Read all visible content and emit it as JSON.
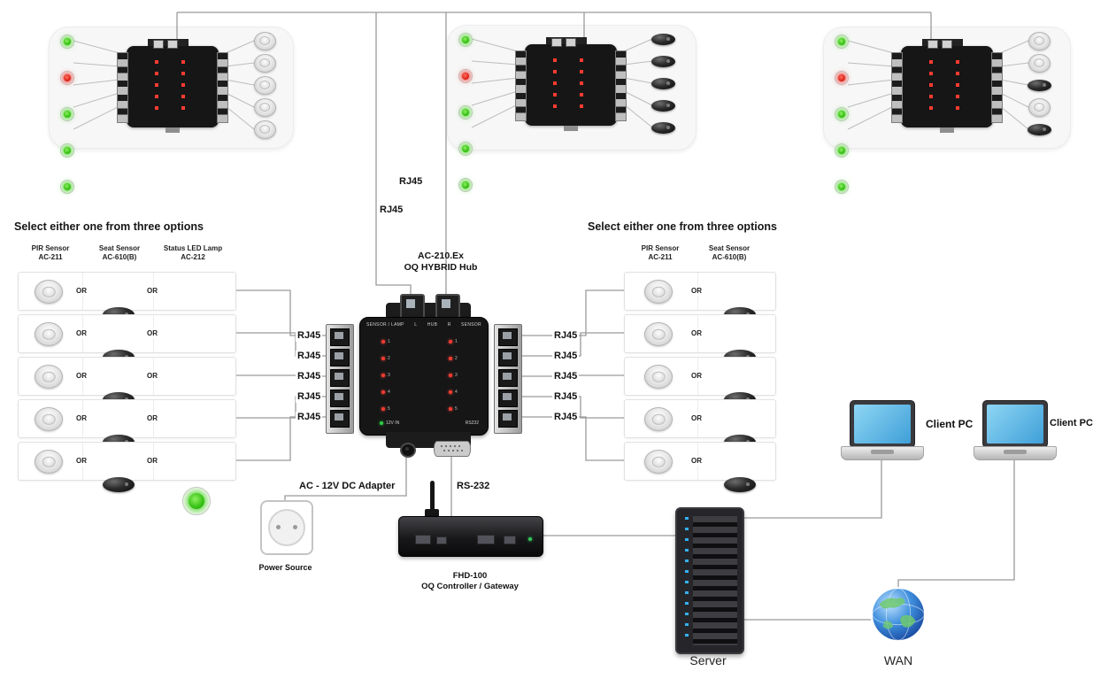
{
  "labels": {
    "rj45": "RJ45",
    "or": "OR"
  },
  "top_panels": [
    {
      "leds": [
        "green",
        "red",
        "green",
        "green",
        "green"
      ],
      "right_items": [
        "pir",
        "pir",
        "pir",
        "pir",
        "pir"
      ]
    },
    {
      "leds": [
        "green",
        "red",
        "green",
        "green",
        "green"
      ],
      "right_items": [
        "seat",
        "seat",
        "seat",
        "seat",
        "seat"
      ]
    },
    {
      "leds": [
        "green",
        "red",
        "green",
        "green",
        "green"
      ],
      "right_items": [
        "pir",
        "pir",
        "seat",
        "pir",
        "seat"
      ]
    }
  ],
  "hub": {
    "model": "AC-210.Ex",
    "name": "OQ HYBRID Hub",
    "header": [
      "SENSOR / LAMP",
      "L",
      "HUB",
      "R",
      "SENSOR"
    ],
    "port_numbers": [
      "1",
      "2",
      "3",
      "4",
      "5"
    ],
    "power_led_label": "12V IN",
    "serial_port_label": "RS232"
  },
  "left_options": {
    "title": "Select either one from three options",
    "columns": [
      {
        "line1": "PIR Sensor",
        "line2": "AC-211"
      },
      {
        "line1": "Seat Sensor",
        "line2": "AC-610(B)"
      },
      {
        "line1": "Status LED Lamp",
        "line2": "AC-212"
      }
    ],
    "rows": [
      {
        "lamp": "green"
      },
      {
        "lamp": "red"
      },
      {
        "lamp": "green"
      },
      {
        "lamp": "green"
      },
      {
        "lamp": "green"
      }
    ]
  },
  "right_options": {
    "title": "Select either one from three options",
    "columns": [
      {
        "line1": "PIR Sensor",
        "line2": "AC-211"
      },
      {
        "line1": "Seat Sensor",
        "line2": "AC-610(B)"
      }
    ]
  },
  "bottom": {
    "adapter_label": "AC - 12V DC Adapter",
    "rs232_label": "RS-232",
    "power_source_label": "Power Source",
    "controller_model": "FHD-100",
    "controller_name": "OQ Controller / Gateway",
    "server_label": "Server",
    "wan_label": "WAN",
    "client_pc_label": "Client PC"
  }
}
